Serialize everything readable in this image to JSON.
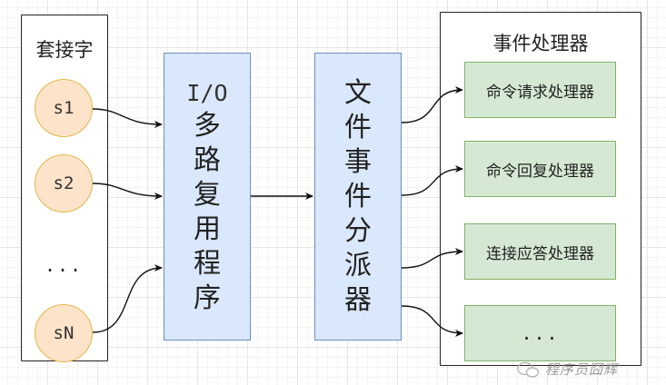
{
  "sockets_panel": {
    "title": "套接字",
    "sockets": [
      {
        "label": "s1"
      },
      {
        "label": "s2"
      },
      {
        "label": "..."
      },
      {
        "label": "sN"
      }
    ]
  },
  "multiplexer": {
    "prefix": "I/O",
    "chars": [
      "多",
      "路",
      "复",
      "用",
      "程",
      "序"
    ]
  },
  "dispatcher": {
    "chars": [
      "文",
      "件",
      "事",
      "件",
      "分",
      "派",
      "器"
    ]
  },
  "handlers_panel": {
    "title": "事件处理器",
    "handlers": [
      {
        "label": "命令请求处理器"
      },
      {
        "label": "命令回复处理器"
      },
      {
        "label": "连接应答处理器"
      },
      {
        "label": "..."
      }
    ]
  },
  "watermark": {
    "text": "程序员囧辉",
    "icon": "wechat-icon"
  },
  "colors": {
    "socket_fill": "#fde3c9",
    "socket_stroke": "#e2b64c",
    "process_fill": "#dae8fc",
    "process_stroke": "#6c8ebf",
    "handler_fill": "#d5e8d4",
    "handler_stroke": "#82b366"
  }
}
